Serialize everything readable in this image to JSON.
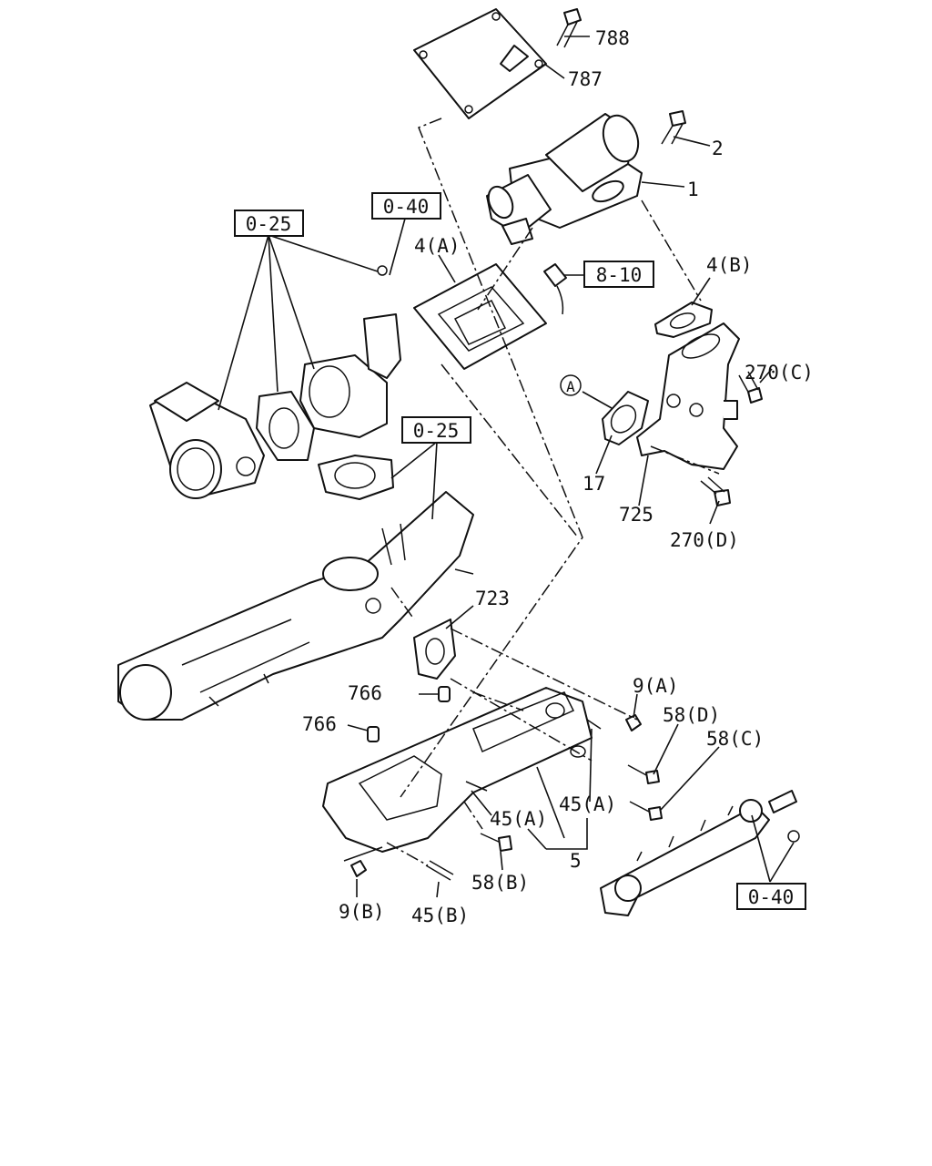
{
  "labels": {
    "p788": "788",
    "p787": "787",
    "p2": "2",
    "p1": "1",
    "p4a": "4(A)",
    "p4b": "4(B)",
    "p270c": "270(C)",
    "pA": "A",
    "p17": "17",
    "p725": "725",
    "p270d": "270(D)",
    "p723": "723",
    "p766a": "766",
    "p766b": "766",
    "p9a": "9(A)",
    "p58d": "58(D)",
    "p58c": "58(C)",
    "p45a1": "45(A)",
    "p45a2": "45(A)",
    "p5": "5",
    "p58b": "58(B)",
    "p9b": "9(B)",
    "p45b": "45(B)"
  },
  "refs": {
    "r025a": "0-25",
    "r040a": "0-40",
    "r810": "8-10",
    "r025b": "0-25",
    "r040b": "0-40"
  }
}
